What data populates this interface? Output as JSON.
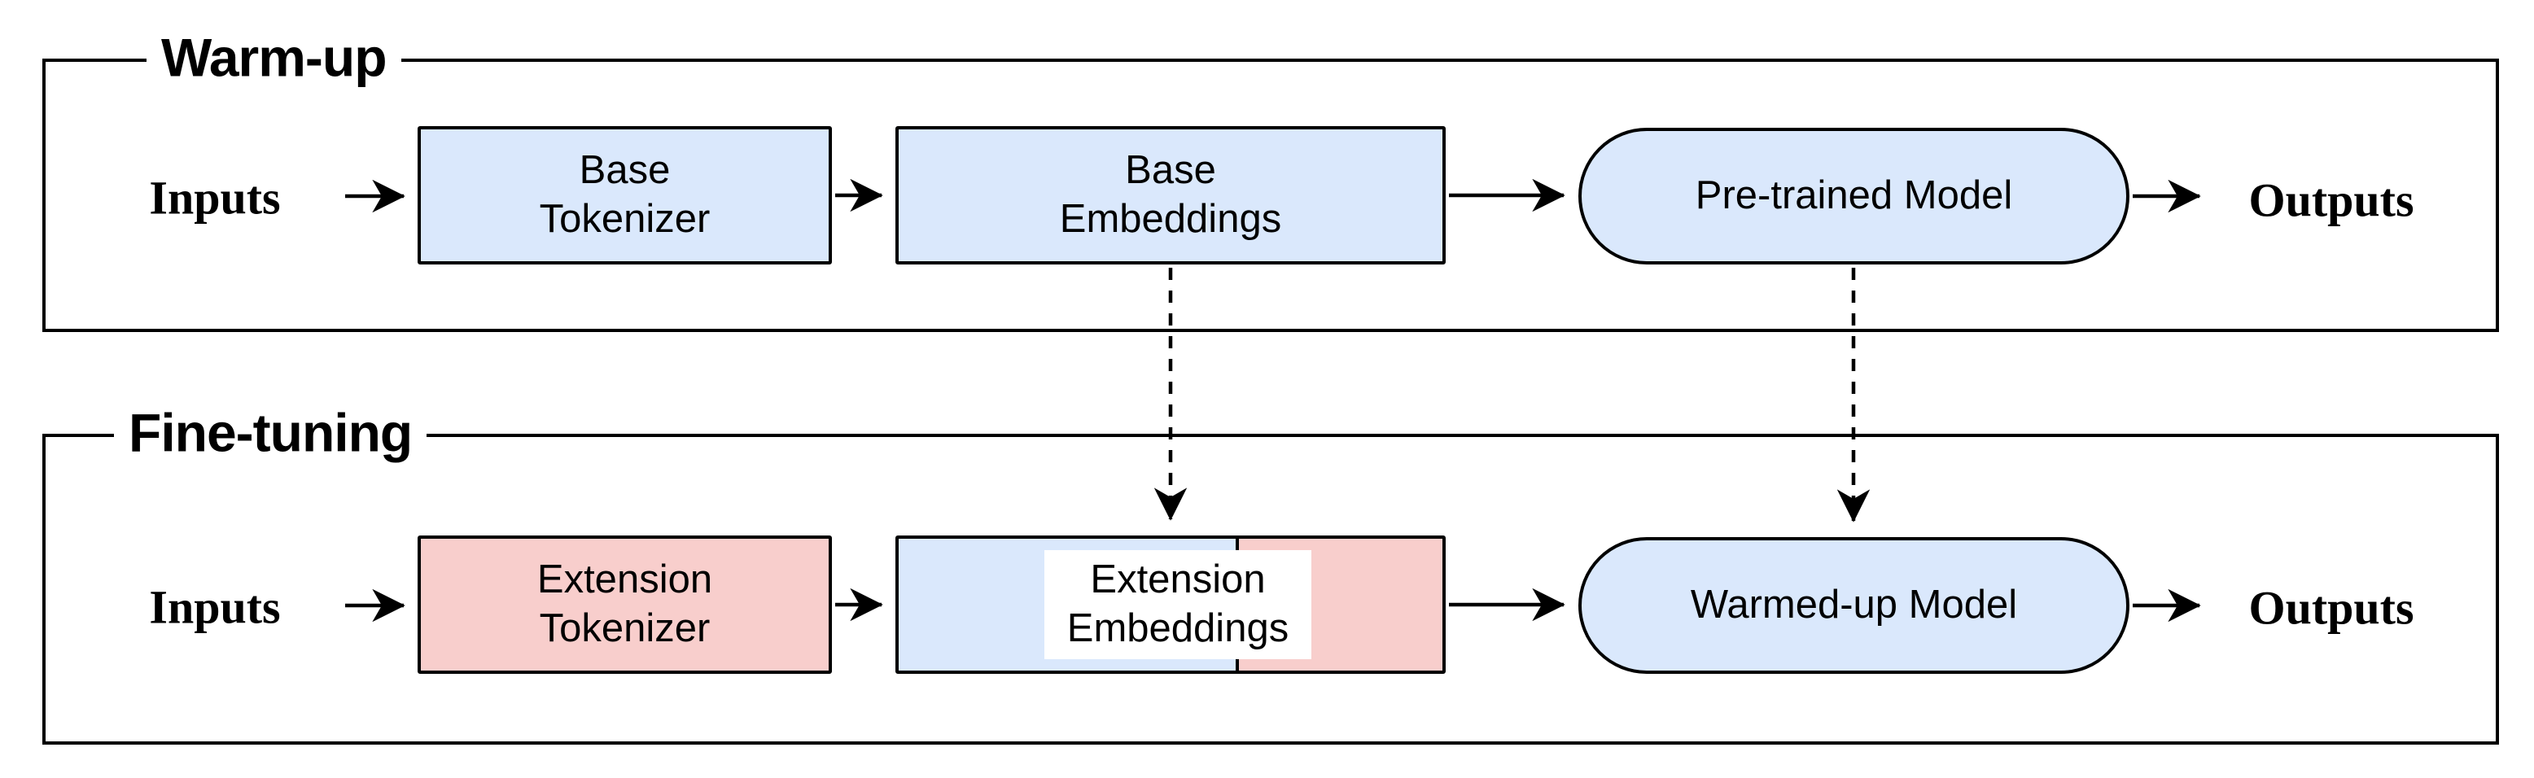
{
  "colors": {
    "blue_fill": "#dae8fc",
    "pink_fill": "#f8cecc",
    "border": "#000000",
    "background": "#ffffff"
  },
  "warmup": {
    "title": "Warm-up",
    "inputs_label": "Inputs",
    "tokenizer": {
      "line1": "Base",
      "line2": "Tokenizer"
    },
    "embeddings": {
      "line1": "Base",
      "line2": "Embeddings"
    },
    "model_label": "Pre-trained Model",
    "outputs_label": "Outputs"
  },
  "finetuning": {
    "title": "Fine-tuning",
    "inputs_label": "Inputs",
    "tokenizer": {
      "line1": "Extension",
      "line2": "Tokenizer"
    },
    "embeddings": {
      "line1": "Extension",
      "line2": "Embeddings"
    },
    "model_label": "Warmed-up Model",
    "outputs_label": "Outputs"
  },
  "edges": [
    {
      "from": "warmup-inputs",
      "to": "base-tokenizer",
      "style": "solid-arrow"
    },
    {
      "from": "base-tokenizer",
      "to": "base-embeddings",
      "style": "solid-arrow"
    },
    {
      "from": "base-embeddings",
      "to": "pre-trained-model",
      "style": "solid-arrow"
    },
    {
      "from": "pre-trained-model",
      "to": "warmup-outputs",
      "style": "solid-arrow"
    },
    {
      "from": "finetuning-inputs",
      "to": "extension-tokenizer",
      "style": "solid-arrow"
    },
    {
      "from": "extension-tokenizer",
      "to": "extension-embeddings",
      "style": "solid-arrow"
    },
    {
      "from": "extension-embeddings",
      "to": "warmed-up-model",
      "style": "solid-arrow"
    },
    {
      "from": "warmed-up-model",
      "to": "finetuning-outputs",
      "style": "solid-arrow"
    },
    {
      "from": "base-embeddings",
      "to": "extension-embeddings",
      "style": "dashed-arrow"
    },
    {
      "from": "pre-trained-model",
      "to": "warmed-up-model",
      "style": "dashed-arrow"
    }
  ]
}
